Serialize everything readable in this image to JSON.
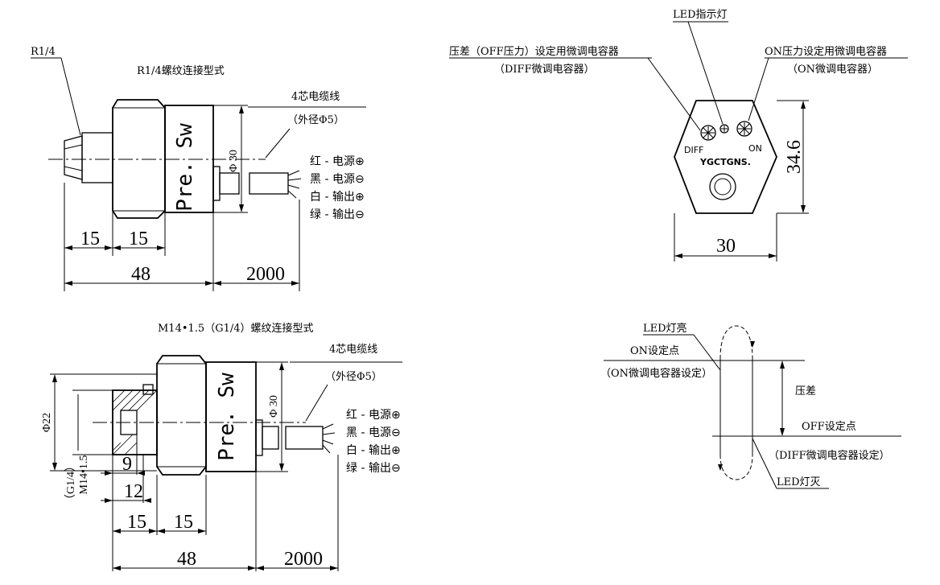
{
  "top_view": {
    "thread_label": "R1/4",
    "title": "R1/4螺纹连接型式",
    "body_text": "Pre. Sw",
    "phi_label": "Φ 30",
    "cable_label": "4芯电缆线",
    "cable_od": "（外径Φ5）",
    "dims": {
      "d1": "15",
      "d2": "15",
      "total": "48",
      "cable_len": "2000"
    },
    "wires": [
      "红 - 电源⊕",
      "黑 - 电源⊖",
      "白 - 输出⊕",
      "绿 - 输出⊖"
    ]
  },
  "bottom_view": {
    "title": "M14•1.5（G1/4）螺纹连接型式",
    "body_text": "Pre. Sw",
    "phi_label": "Φ 30",
    "phi22": "Φ22",
    "thread_v1": "（G1/4）",
    "thread_v2": "M14•1.5",
    "cable_label": "4芯电缆线",
    "cable_od": "（外径Φ5）",
    "dims": {
      "d9": "9",
      "d12": "12",
      "d1": "15",
      "d2": "15",
      "total": "48",
      "cable_len": "2000"
    },
    "wires": [
      "红 - 电源⊕",
      "黑 - 电源⊖",
      "白 - 输出⊕",
      "绿 - 输出⊖"
    ]
  },
  "front_view": {
    "led_label": "LED指示灯",
    "diff_label_1": "压差（OFF压力）设定用微调电容器",
    "diff_label_2": "（DIFF微调电容器）",
    "on_label_1": "ON压力设定用微调电容器",
    "on_label_2": "（ON微调电容器）",
    "diff_mark": "DIFF",
    "on_mark": "ON",
    "brand": "YGCTGNS.",
    "height": "34.6",
    "width": "30"
  },
  "hysteresis": {
    "led_on": "LED灯亮",
    "on_point": "ON设定点",
    "on_setting": "（ON微调电容器设定）",
    "diff": "压差",
    "off_point": "OFF设定点",
    "diff_setting": "（DIFF微调电容器设定）",
    "led_off": "LED灯灭"
  }
}
